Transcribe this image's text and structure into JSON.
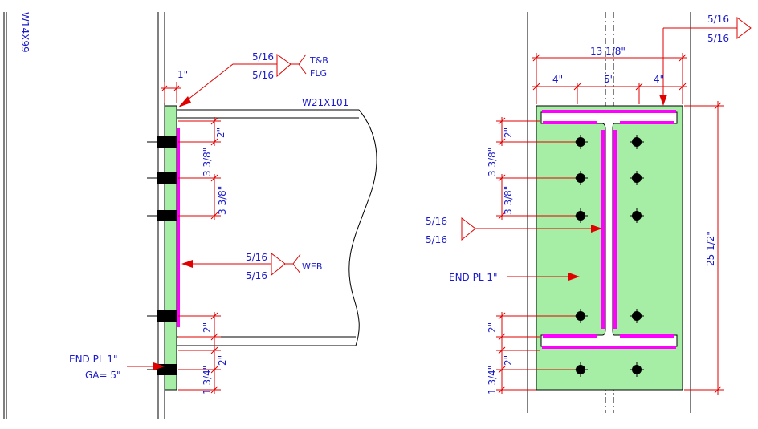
{
  "colors": {
    "plate_fill": "#a6eea6",
    "weld": "#ff00ff",
    "dimension": "#e00000",
    "text": "#1a1acc",
    "steel": "#000000"
  },
  "left_view": {
    "column_label": "W14X99",
    "beam_label": "W21X101",
    "plate_thickness": "1\"",
    "flange_weld": {
      "size_top": "5/16",
      "size_bottom": "5/16",
      "note_top": "T&B",
      "note_bottom": "FLG"
    },
    "web_weld": {
      "size_top": "5/16",
      "size_bottom": "5/16",
      "note": "WEB"
    },
    "end_plate_note": "END PL 1\"",
    "gage_note": "GA= 5\"",
    "dims": {
      "top_edge": "2\"",
      "spacing_1": "3 3/8\"",
      "spacing_2": "3 3/8\"",
      "bottom_inner": "2\"",
      "bottom_outer": "2\"",
      "bottom_edge": "1 3/4\""
    }
  },
  "right_view": {
    "top_weld": {
      "size_top": "5/16",
      "size_bottom": "5/16"
    },
    "overall_width": "13 1/8\"",
    "width_segments": [
      "4\"",
      "5\"",
      "4\""
    ],
    "overall_height": "25 1/2\"",
    "web_weld": {
      "size_top": "5/16",
      "size_bottom": "5/16"
    },
    "end_plate_note": "END PL 1\"",
    "dims": {
      "top_edge": "2\"",
      "spacing_1": "3 3/8\"",
      "spacing_2": "3 3/8\"",
      "bottom_inner": "2\"",
      "bottom_outer": "2\"",
      "bottom_edge": "1 3/4\""
    }
  }
}
